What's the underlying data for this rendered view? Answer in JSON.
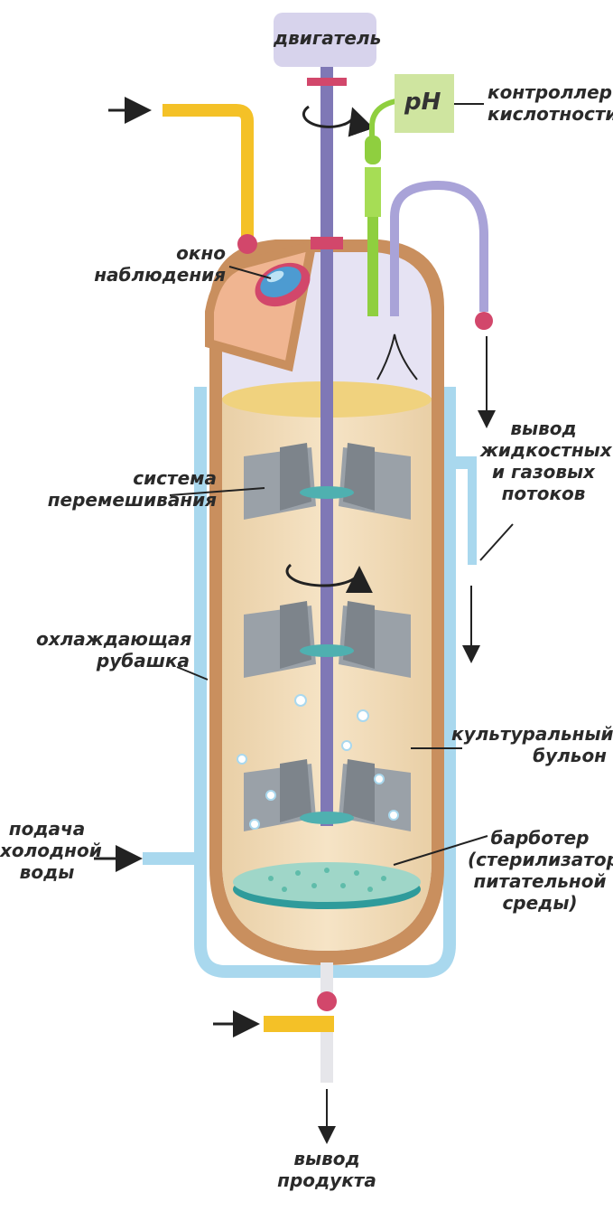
{
  "labels": {
    "motor": "двигатель",
    "ph": "pH",
    "ph_controller": "контроллер\nкислотности",
    "window": "окно\nнаблюдения",
    "outlet_streams": "вывод\nжидкостных\nи газовых\nпотоков",
    "mixing": "система\nперемешивания",
    "jacket": "охлаждающая\nрубашка",
    "broth": "культуральный\nбульон",
    "cold_water": "подача\nхолодной\nводы",
    "sparger": "барботер\n(стерилизатор\nпитательной\nсреды)",
    "product": "вывод\nпродукта"
  },
  "colors": {
    "jacket": "#a9d8ee",
    "vessel_wall": "#c98f5e",
    "broth": "#f3ddb8",
    "shaft": "#7f78b6",
    "impeller": "#9aa1a8",
    "hub": "#4fb0b0",
    "feed_pipe": "#f4c127",
    "ph_probe": "#8fcf3f",
    "valve": "#d2476b",
    "motor": "#d7d3ec",
    "ph_box": "#cfe5a0"
  }
}
